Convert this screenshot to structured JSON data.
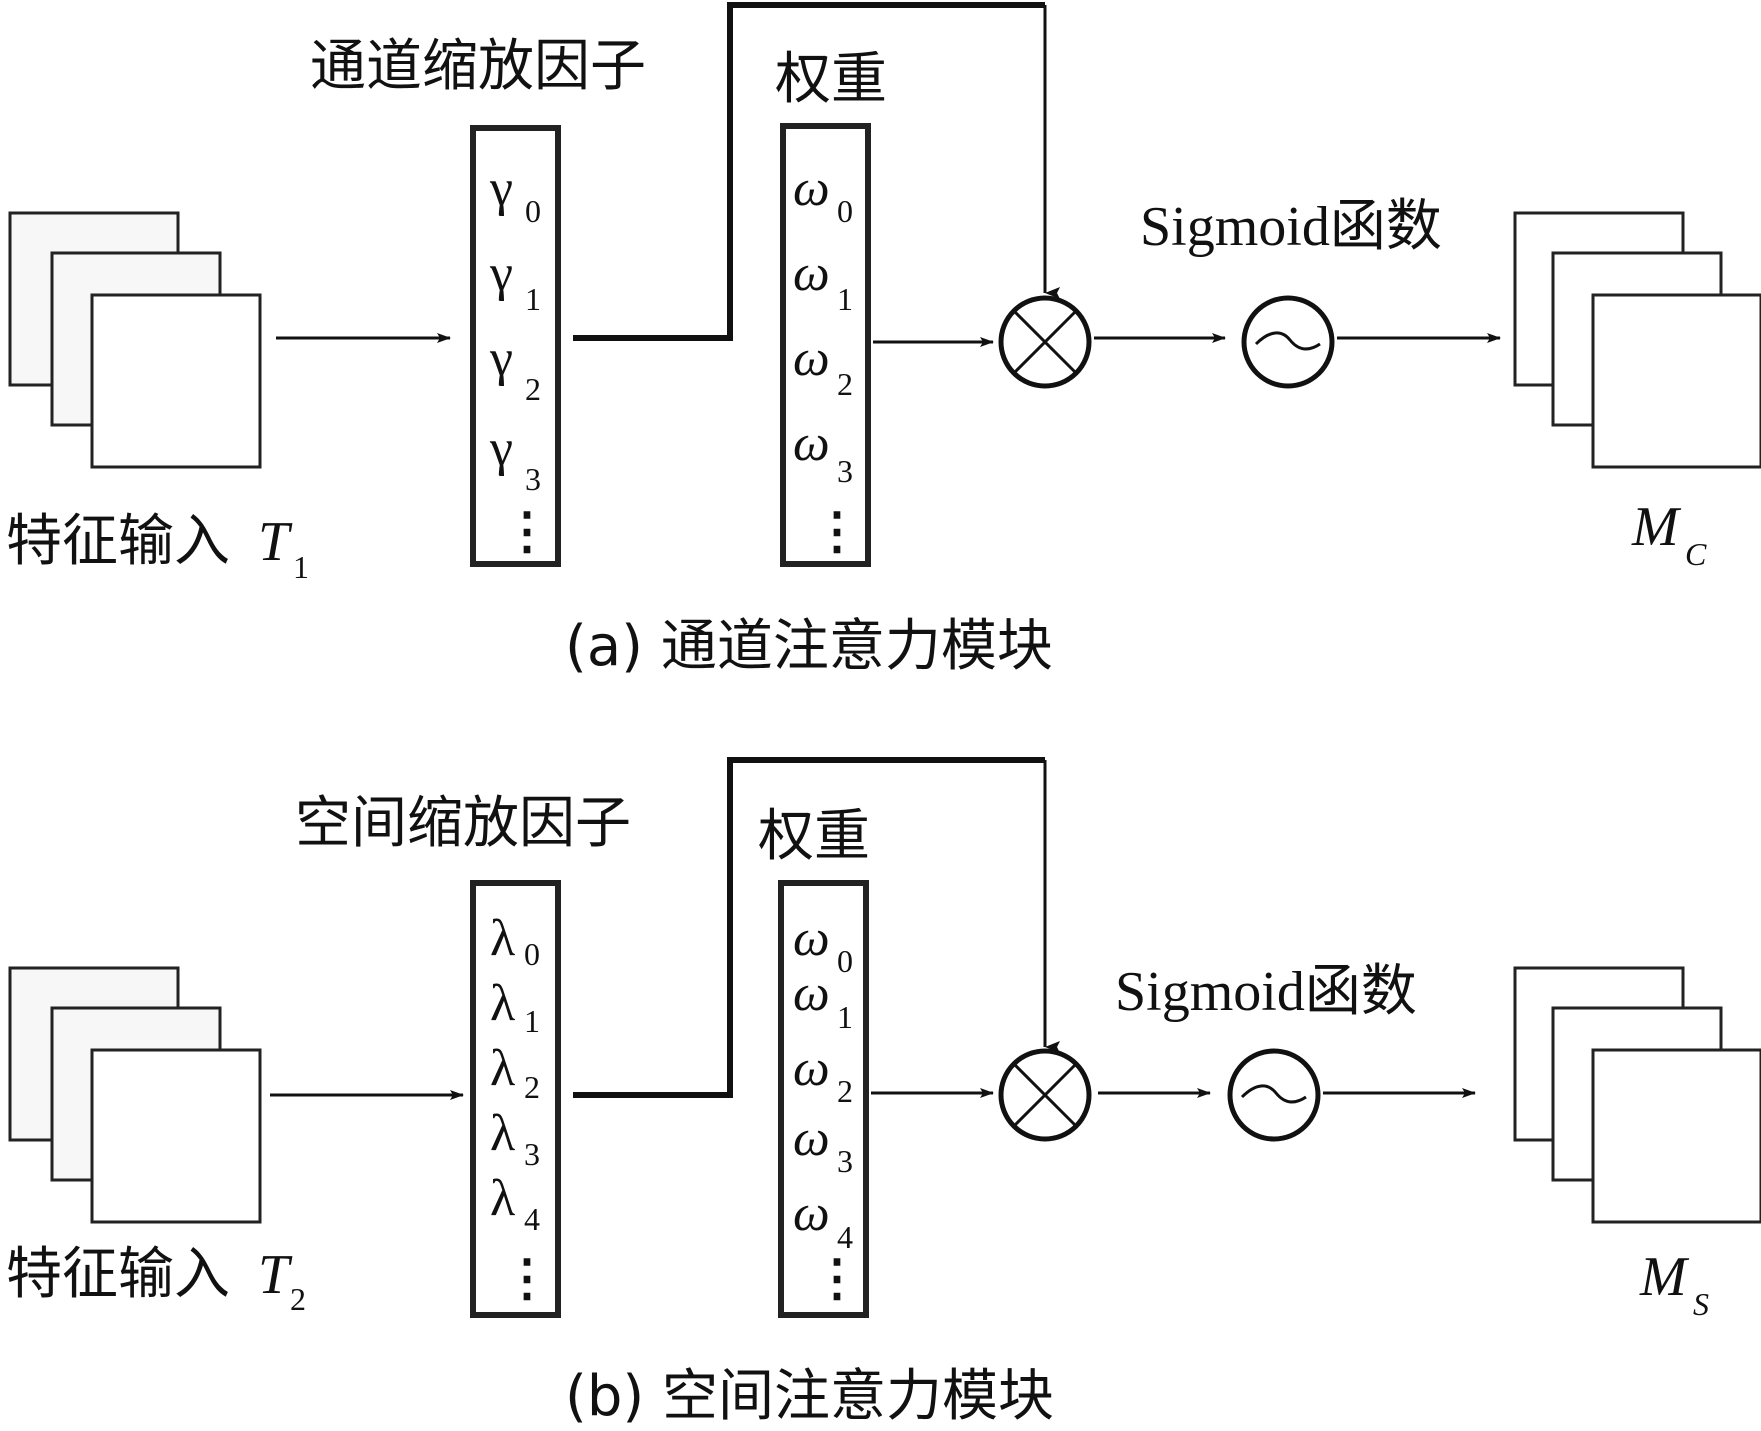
{
  "panel_a": {
    "scale_label": "通道缩放因子",
    "weight_label": "权重",
    "sigmoid_label": "Sigmoid函数",
    "input_label": "特征输入",
    "input_var": "T",
    "input_sub": "1",
    "output_var": "M",
    "output_sub": "C",
    "caption": "(a) 通道注意力模块",
    "scale_symbol": "γ",
    "scale_subs": [
      "0",
      "1",
      "2",
      "3"
    ],
    "weight_symbol": "ω",
    "weight_subs": [
      "0",
      "1",
      "2",
      "3"
    ]
  },
  "panel_b": {
    "scale_label": "空间缩放因子",
    "weight_label": "权重",
    "sigmoid_label": "Sigmoid函数",
    "input_label": "特征输入",
    "input_var": "T",
    "input_sub": "2",
    "output_var": "M",
    "output_sub": "S",
    "caption": "(b) 空间注意力模块",
    "scale_symbol": "λ",
    "scale_subs": [
      "0",
      "1",
      "2",
      "3",
      "4"
    ],
    "weight_symbol": "ω",
    "weight_subs": [
      "0",
      "1",
      "2",
      "3",
      "4"
    ]
  },
  "ellipsis": "⋮",
  "icons": [
    "multiply-circle-icon",
    "sigmoid-icon",
    "feature-map-stack-icon"
  ]
}
